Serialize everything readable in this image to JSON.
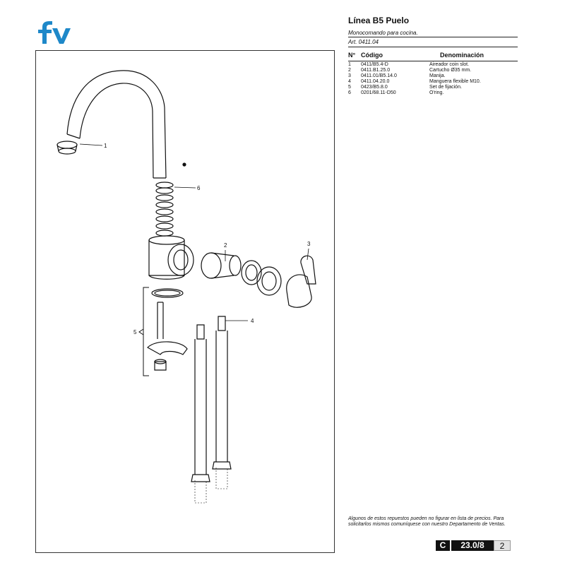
{
  "brand": {
    "logo_text": "fv",
    "color": "#1e88c9"
  },
  "header": {
    "title": "Línea B5 Puelo",
    "subtitle": "Monocomando para cocina.",
    "art": "Art. 0411.04"
  },
  "table": {
    "headers": [
      "N°",
      "Código",
      "Denominación"
    ],
    "rows": [
      [
        "1",
        "0411/B5.4-D",
        "Aireador coin slot."
      ],
      [
        "2",
        "0411.B1.25.0",
        "Cartucho Ø35 mm."
      ],
      [
        "3",
        "0411.01/B5.14.0",
        "Manija."
      ],
      [
        "4",
        "0411.04.20.0",
        "Manguera flexible M10."
      ],
      [
        "5",
        "0423/B5.8.0",
        "Set de fijación."
      ],
      [
        "6",
        "0201/68.11-D50",
        "O'ring."
      ]
    ]
  },
  "diagram": {
    "callouts": [
      "1",
      "2",
      "3",
      "4",
      "5",
      "6"
    ]
  },
  "note": "Algunos de estos repuestos pueden no figurar en lista de precios. Para solicitarlos mismos comuníquese con nuestro Departamento de Ventas.",
  "footer": {
    "section": "C",
    "number": "23.0/8",
    "page": "2"
  }
}
